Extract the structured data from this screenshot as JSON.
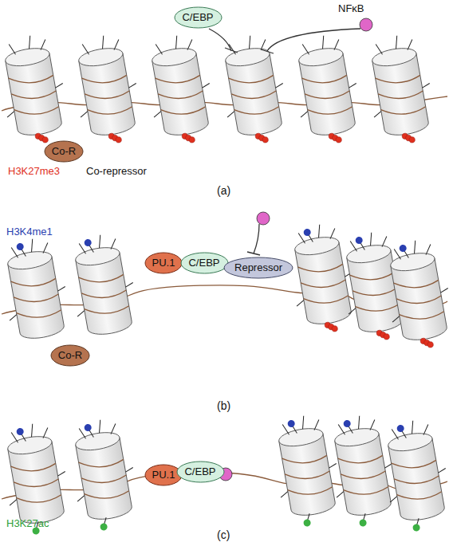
{
  "diagram": {
    "nodes": [
      {
        "text": [
          "C/EBP"
        ]
      },
      {
        "text": [
          "Co-R"
        ]
      },
      {
        "text": [
          "PU.1"
        ]
      },
      {
        "text": [
          "C/EBP"
        ]
      },
      {
        "text": [
          "Repressor"
        ]
      },
      {
        "text": [
          "Co-R"
        ]
      },
      {
        "text": [
          "PU.1"
        ]
      },
      {
        "text": [
          "C/EBP"
        ]
      }
    ],
    "labels": [
      "NFκB",
      "H3K27me3",
      "Co-repressor",
      "(a)",
      "H3K4me1",
      "(b)",
      "H3K27ac",
      "(c)"
    ]
  }
}
